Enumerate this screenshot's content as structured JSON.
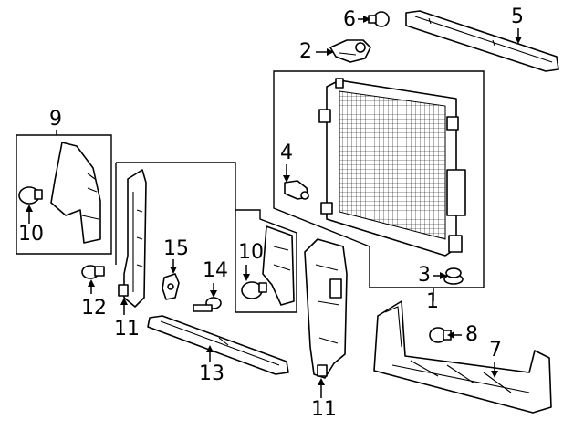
{
  "diagram": {
    "callouts": [
      {
        "id": "c1",
        "text": "1"
      },
      {
        "id": "c2",
        "text": "2"
      },
      {
        "id": "c3",
        "text": "3"
      },
      {
        "id": "c4",
        "text": "4"
      },
      {
        "id": "c5",
        "text": "5"
      },
      {
        "id": "c6",
        "text": "6"
      },
      {
        "id": "c7",
        "text": "7"
      },
      {
        "id": "c8",
        "text": "8"
      },
      {
        "id": "c9",
        "text": "9"
      },
      {
        "id": "c10a",
        "text": "10"
      },
      {
        "id": "c10b",
        "text": "10"
      },
      {
        "id": "c11a",
        "text": "11"
      },
      {
        "id": "c11b",
        "text": "11"
      },
      {
        "id": "c12",
        "text": "12"
      },
      {
        "id": "c13",
        "text": "13"
      },
      {
        "id": "c14",
        "text": "14"
      },
      {
        "id": "c15",
        "text": "15"
      }
    ]
  },
  "colors": {
    "line": "#000000",
    "background": "#ffffff"
  }
}
